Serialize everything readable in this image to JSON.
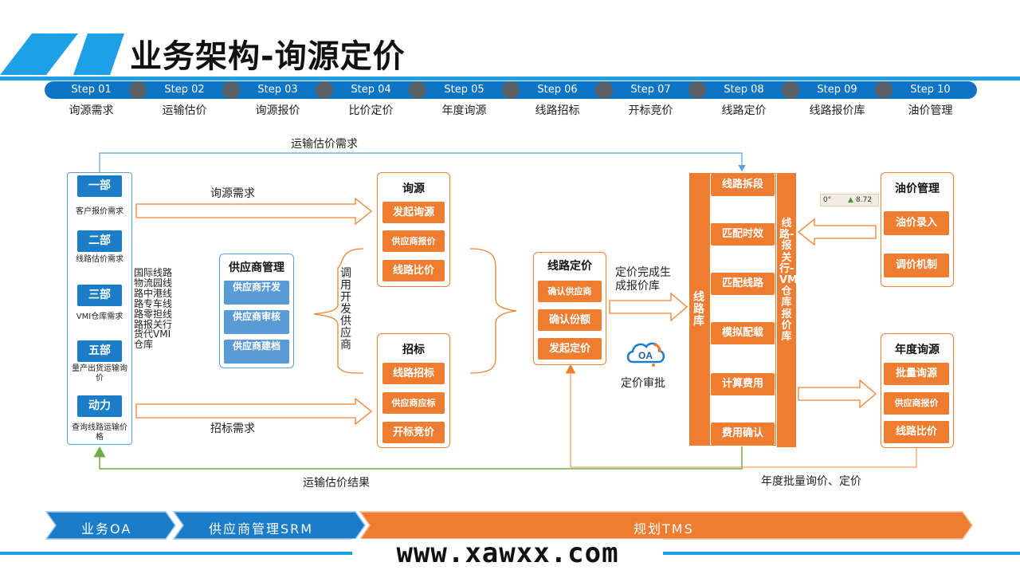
{
  "title": "业务架构-询源定价",
  "steps": [
    {
      "step": "Step 01",
      "label": "询源需求"
    },
    {
      "step": "Step 02",
      "label": "运输估价"
    },
    {
      "step": "Step 03",
      "label": "询源报价"
    },
    {
      "step": "Step 04",
      "label": "比价定价"
    },
    {
      "step": "Step 05",
      "label": "年度询源"
    },
    {
      "step": "Step 06",
      "label": "线路招标"
    },
    {
      "step": "Step 07",
      "label": "开标竞价"
    },
    {
      "step": "Step 08",
      "label": "线路定价"
    },
    {
      "step": "Step 09",
      "label": "线路报价库"
    },
    {
      "step": "Step 10",
      "label": "油价管理"
    }
  ],
  "departments": [
    {
      "name": "一部",
      "desc": "客户报价需求"
    },
    {
      "name": "二部",
      "desc": "线路估价需求"
    },
    {
      "name": "三部",
      "desc": "VMI仓库需求"
    },
    {
      "name": "五部",
      "desc": "量产出货运输询价"
    },
    {
      "name": "动力",
      "desc": "查询线路运输价格"
    }
  ],
  "route_types": "国际线路物流园线路中港线路专车线路零担线路报关行货代VMI仓库",
  "supplier_mgmt": {
    "title": "供应商管理",
    "items": [
      "供应商开发",
      "供应商审核",
      "供应商建档"
    ]
  },
  "call_supplier": "调用开发供应商",
  "inquiry": {
    "title": "询源",
    "items": [
      "发起询源",
      "供应商报价",
      "线路比价"
    ]
  },
  "tender": {
    "title": "招标",
    "items": [
      "线路招标",
      "供应商应标",
      "开标竞价"
    ]
  },
  "route_pricing": {
    "title": "线路定价",
    "items": [
      "确认供应商",
      "确认份额",
      "发起定价"
    ]
  },
  "pricing_done": "定价完成生成报价库",
  "oa": {
    "icon_text": "OA",
    "label": "定价审批"
  },
  "route_lib": "线路库",
  "process": [
    "线路拆段",
    "匹配时效",
    "匹配线路",
    "模拟配载",
    "计算费用",
    "费用确认"
  ],
  "quote_lib": "线路-报关行-VMI仓库报价库",
  "oil": {
    "title": "油价管理",
    "items": [
      "油价录入",
      "调价机制"
    ]
  },
  "oil_ticker": {
    "a": "0°",
    "b": "8.72"
  },
  "annual": {
    "title": "年度询源",
    "items": [
      "批量询源",
      "供应商报价",
      "线路比价"
    ]
  },
  "labels": {
    "transport_estimate_req": "运输估价需求",
    "inquiry_req": "询源需求",
    "tender_req": "招标需求",
    "transport_estimate_result": "运输估价结果",
    "annual_batch": "年度批量询价、定价"
  },
  "banners": {
    "oa": "业务OA",
    "srm": "供应商管理SRM",
    "tms": "规划TMS"
  },
  "watermark": "www.xawxx.com",
  "colors": {
    "blue": "#1b7cc7",
    "orange": "#ee7d31",
    "light_blue": "#5b9bd5",
    "green": "#70ad47"
  }
}
